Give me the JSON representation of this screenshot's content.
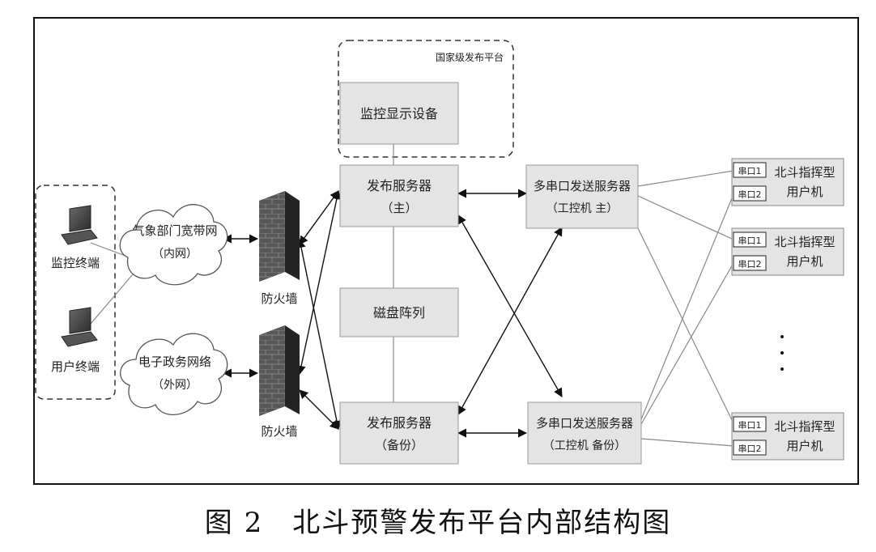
{
  "platform_label": "国家级发布平台",
  "monitor_display": "监控显示设备",
  "server_main": {
    "line1": "发布服务器",
    "line2": "（主）"
  },
  "server_backup": {
    "line1": "发布服务器",
    "line2": "（备份）"
  },
  "disk_array": "磁盘阵列",
  "serial_main": {
    "line1": "多串口发送服务器",
    "line2": "（工控机 主）"
  },
  "serial_backup": {
    "line1": "多串口发送服务器",
    "line2": "（工控机 备份）"
  },
  "firewall_top": "防火墙",
  "firewall_bottom": "防火墙",
  "cloud_intranet": {
    "line1": "气象部门宽带网",
    "line2": "（内网）"
  },
  "cloud_extranet": {
    "line1": "电子政务网络",
    "line2": "（外网）"
  },
  "terminal_monitor": "监控终端",
  "terminal_user": "用户终端",
  "beidou_users": [
    {
      "port1": "串口1",
      "port2": "串口2",
      "line1": "北斗指挥型",
      "line2": "用户机"
    },
    {
      "port1": "串口1",
      "port2": "串口2",
      "line1": "北斗指挥型",
      "line2": "用户机"
    },
    {
      "port1": "串口1",
      "port2": "串口2",
      "line1": "北斗指挥型",
      "line2": "用户机"
    }
  ],
  "caption": "图 2　北斗预警发布平台内部结构图"
}
